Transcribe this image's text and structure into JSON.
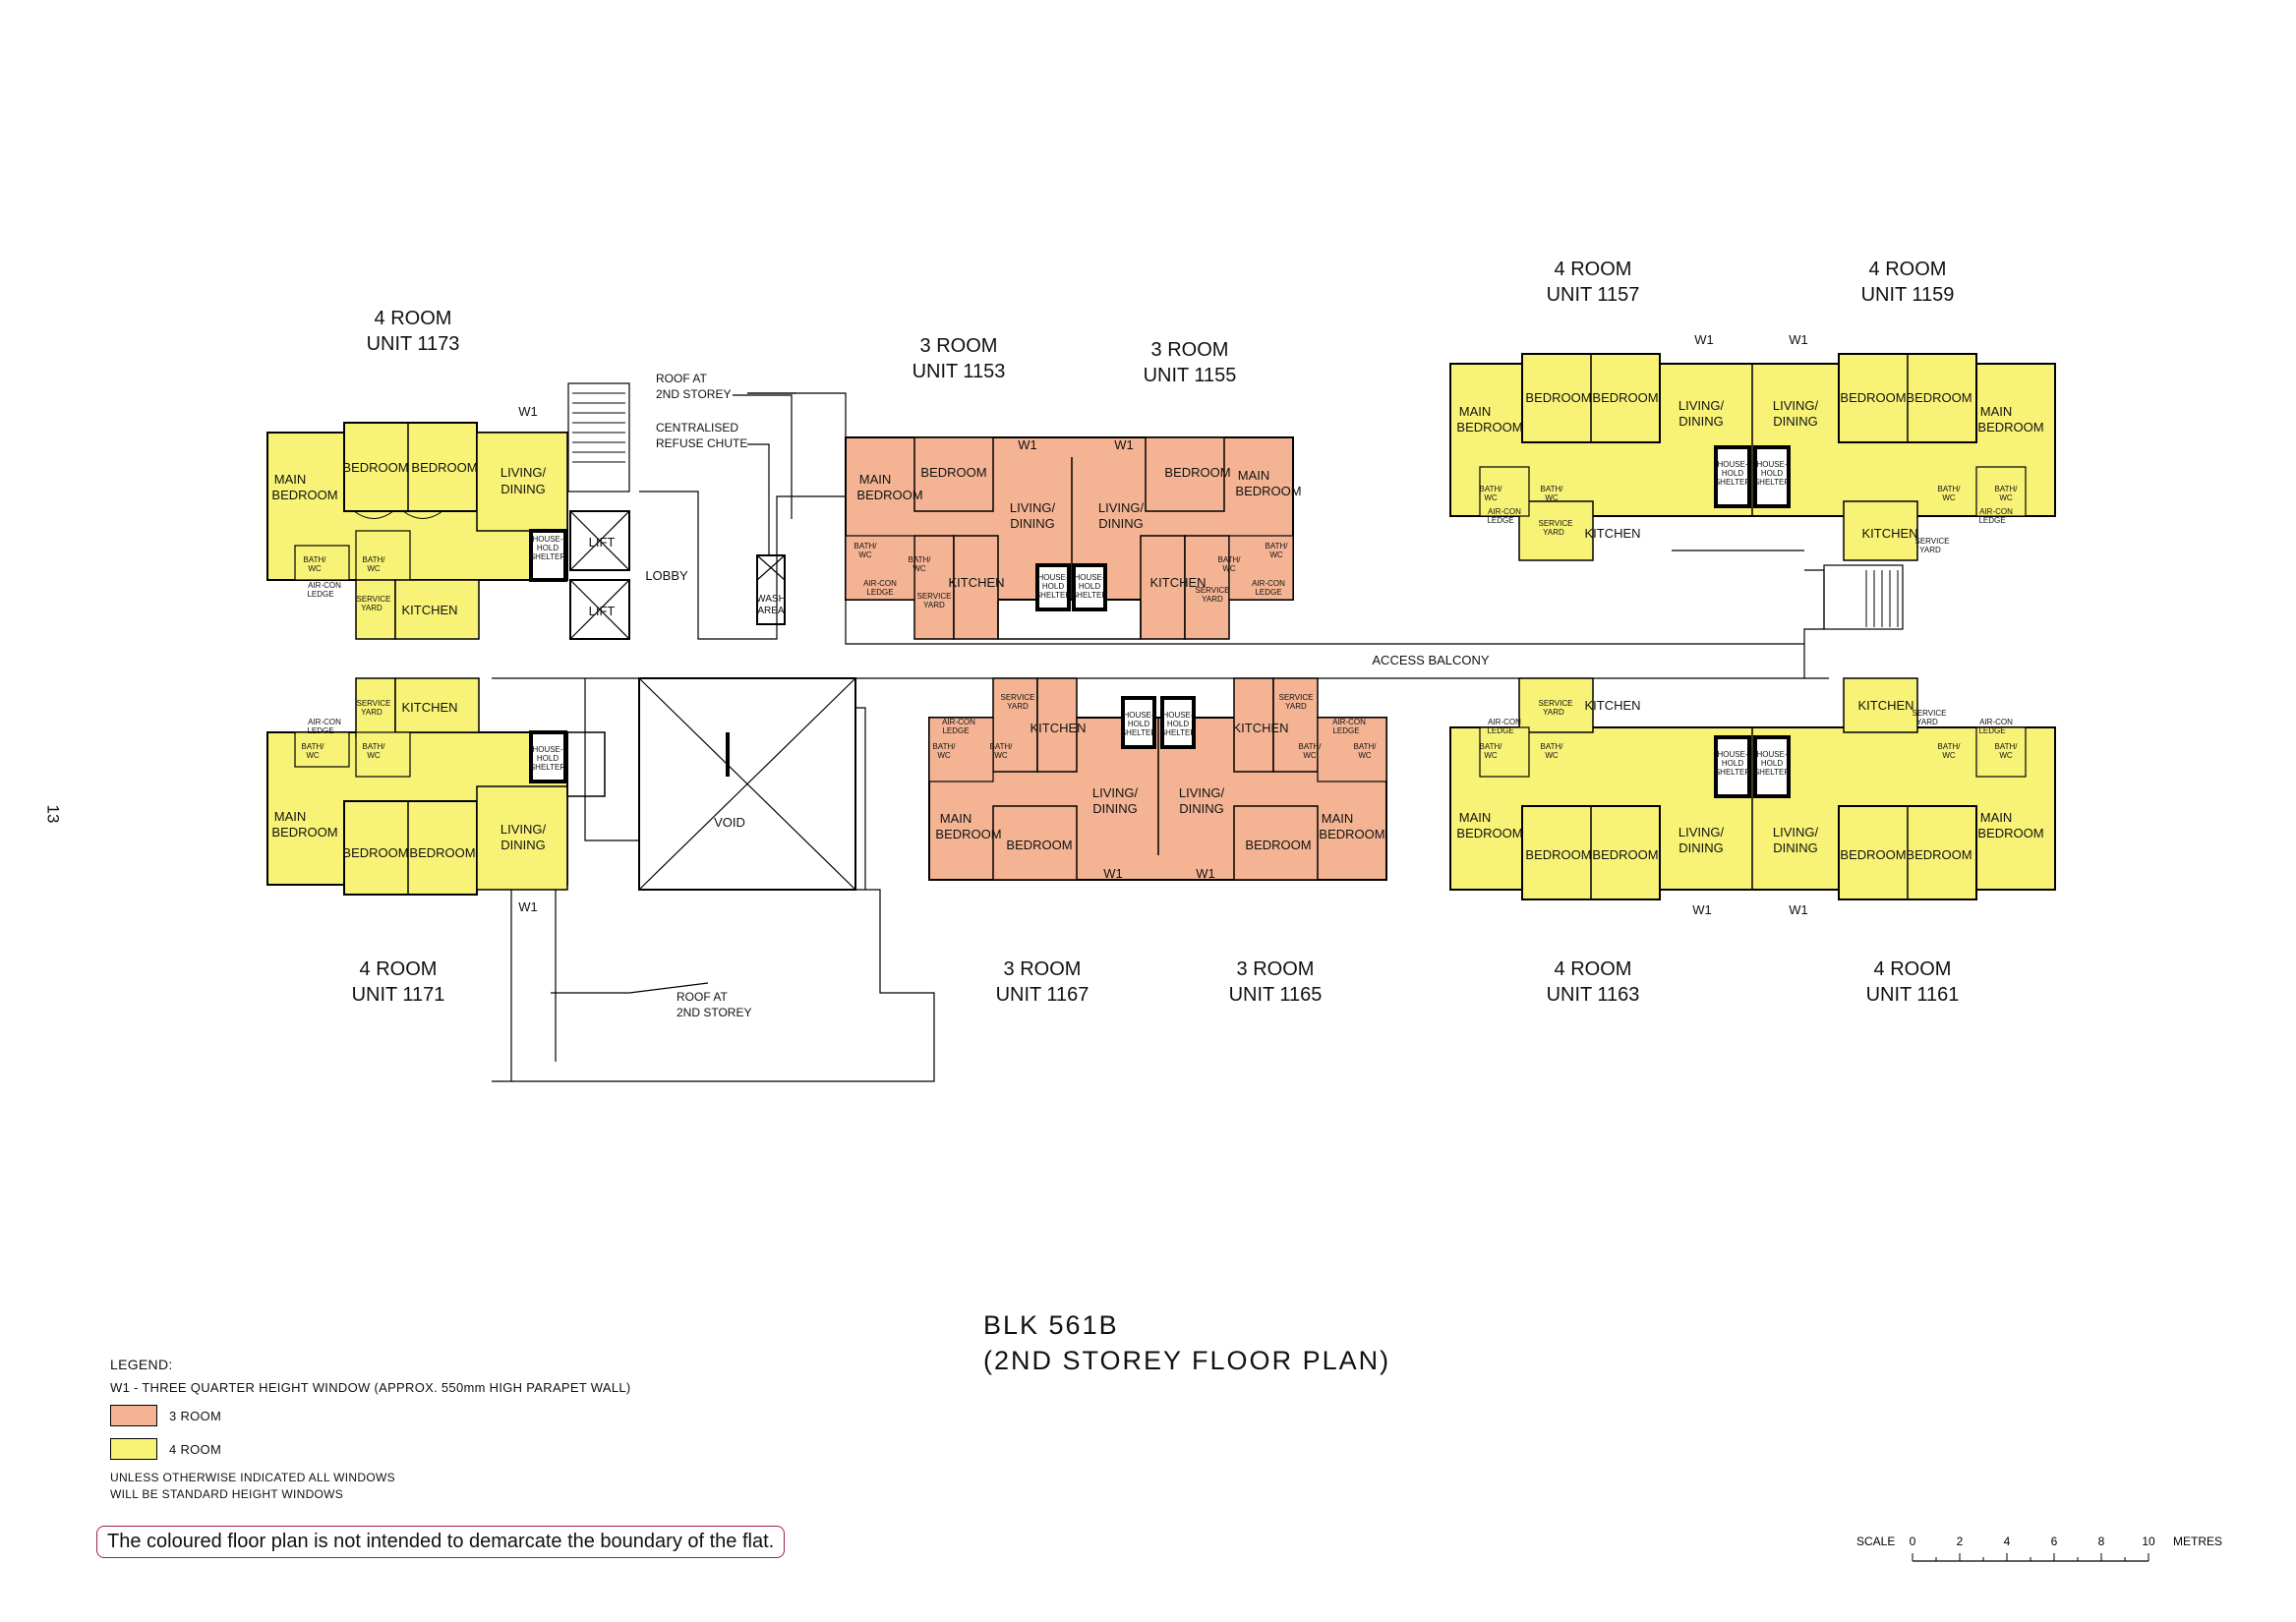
{
  "page_number": "13",
  "title": {
    "line1": "BLK 561B",
    "line2": "(2ND STOREY FLOOR PLAN)"
  },
  "colors": {
    "three_room": "#f4b494",
    "four_room": "#f8f377",
    "wall": "#000000",
    "disclaimer_border": "#a0214b"
  },
  "units": {
    "u1173": {
      "type": "4 ROOM",
      "unit": "UNIT 1173"
    },
    "u1171": {
      "type": "4 ROOM",
      "unit": "UNIT 1171"
    },
    "u1153": {
      "type": "3 ROOM",
      "unit": "UNIT 1153"
    },
    "u1155": {
      "type": "3 ROOM",
      "unit": "UNIT 1155"
    },
    "u1157": {
      "type": "4 ROOM",
      "unit": "UNIT 1157"
    },
    "u1159": {
      "type": "4 ROOM",
      "unit": "UNIT 1159"
    },
    "u1167": {
      "type": "3 ROOM",
      "unit": "UNIT 1167"
    },
    "u1165": {
      "type": "3 ROOM",
      "unit": "UNIT 1165"
    },
    "u1163": {
      "type": "4 ROOM",
      "unit": "UNIT 1163"
    },
    "u1161": {
      "type": "4 ROOM",
      "unit": "UNIT 1161"
    }
  },
  "rooms": {
    "main": "MAIN",
    "bedroom_word": "BEDROOM",
    "bedroom": "BEDROOM",
    "living": "LIVING/",
    "dining": "DINING",
    "kitchen": "KITCHEN",
    "bath": "BATH/",
    "wc": "WC",
    "service": "SERVICE",
    "yard": "YARD",
    "aircon": "AIR-CON",
    "ledge": "LEDGE",
    "house": "HOUSE-",
    "hold": "HOLD",
    "shelter": "SHELTER",
    "w1": "W1"
  },
  "common": {
    "lift": "LIFT",
    "lobby": "LOBBY",
    "wash": "WASH",
    "area": "AREA",
    "void": "VOID",
    "access_balcony": "ACCESS BALCONY",
    "roof_at": "ROOF AT",
    "second_storey": "2ND STOREY",
    "centralised": "CENTRALISED",
    "refuse_chute": "REFUSE CHUTE"
  },
  "legend": {
    "heading": "LEGEND:",
    "w1_note": "W1 - THREE QUARTER HEIGHT WINDOW (APPROX. 550mm HIGH PARAPET WALL)",
    "three_room": "3 ROOM",
    "four_room": "4 ROOM",
    "note1": "UNLESS OTHERWISE INDICATED ALL WINDOWS",
    "note2": "WILL BE STANDARD HEIGHT WINDOWS"
  },
  "disclaimer": "The coloured floor plan is not intended to demarcate the boundary of the flat.",
  "scale": {
    "label": "SCALE",
    "ticks": [
      "0",
      "2",
      "4",
      "6",
      "8",
      "10"
    ],
    "unit": "METRES"
  }
}
